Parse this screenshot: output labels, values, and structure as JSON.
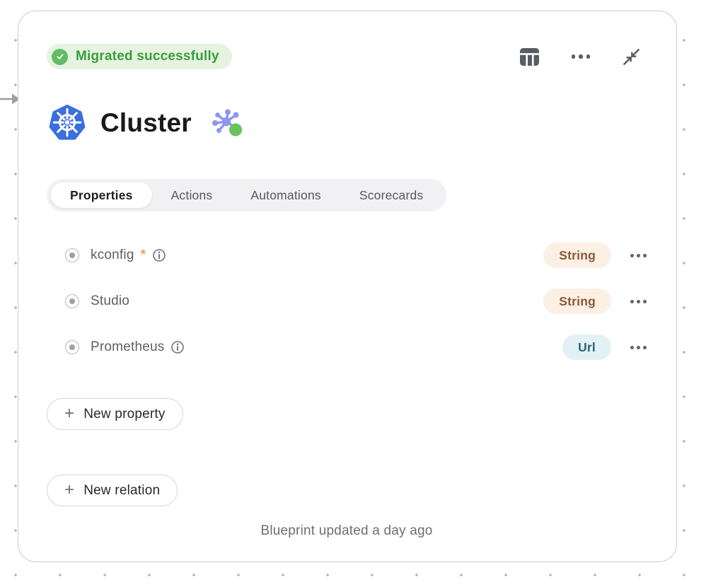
{
  "colors": {
    "accent_green": "#3a9d3c",
    "badge_green_bg": "#e5f3e0",
    "check_circle": "#62bd62",
    "string_badge_bg": "#fcefe3",
    "string_badge_text": "#8a5a35",
    "url_badge_bg": "#e2f1f5",
    "url_badge_text": "#28647a",
    "kubernetes_blue": "#3b6fe0",
    "graph_purple": "#8d96f2",
    "graph_green": "#69c25c",
    "required_orange": "#f2a254"
  },
  "status_badge": {
    "label": "Migrated successfully"
  },
  "toolbar": {
    "icons": [
      "table-columns",
      "more-options",
      "collapse"
    ]
  },
  "header": {
    "title": "Cluster"
  },
  "tabs": {
    "items": [
      {
        "label": "Properties",
        "active": true
      },
      {
        "label": "Actions",
        "active": false
      },
      {
        "label": "Automations",
        "active": false
      },
      {
        "label": "Scorecards",
        "active": false
      }
    ]
  },
  "properties": {
    "rows": [
      {
        "name": "kconfig",
        "required_marker": "*",
        "type": "String"
      },
      {
        "name": "Studio",
        "type": "String"
      },
      {
        "name": "Prometheus",
        "type": "Url"
      }
    ],
    "add_icon": "+",
    "new_property_label": "New property",
    "new_relation_label": "New relation"
  },
  "footer": {
    "text": "Blueprint updated a day ago"
  }
}
